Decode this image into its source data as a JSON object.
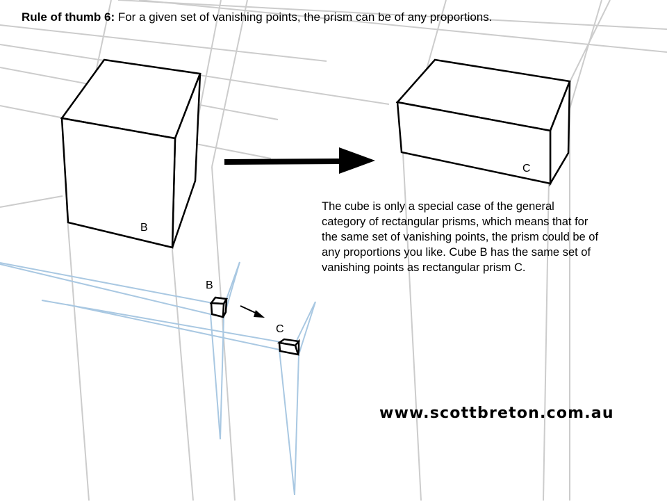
{
  "title": {
    "bold": "Rule of thumb 6:",
    "rest": "For a given set of vanishing points, the prism can be of any proportions."
  },
  "description": {
    "lines": [
      "The cube is only a special case of the general",
      "category of rectangular prisms, which means that for",
      "the same set of vanishing points, the prism could be of",
      "any proportions you like.  Cube B has the same set of",
      "vanishing points as rectangular prism C."
    ]
  },
  "labels": {
    "cube_large": "B",
    "prism_large": "C",
    "cube_small": "B",
    "prism_small": "C"
  },
  "website": "www.scottbreton.com.au",
  "colors": {
    "construction_gray": "#cccccc",
    "construction_blue": "#a9c8e2",
    "ink": "#000000"
  }
}
